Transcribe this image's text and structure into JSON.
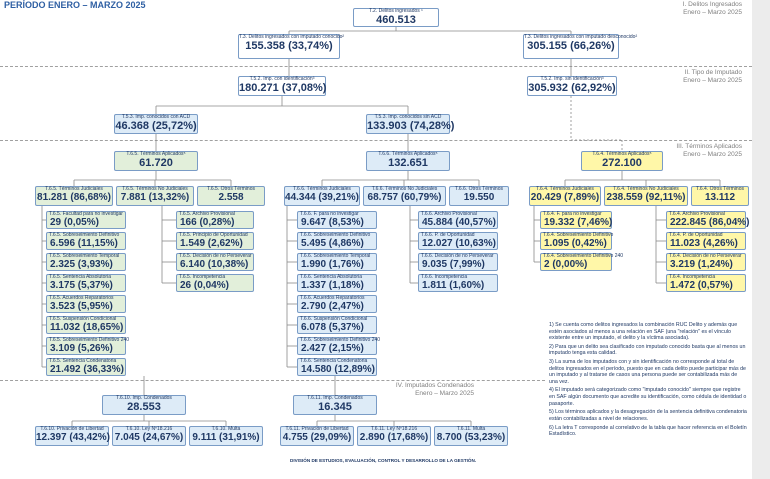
{
  "title": "PERÍODO ENERO – MARZO 2025",
  "sections": [
    "I. Delitos Ingresados",
    "Enero – Marzo 2025",
    "II. Tipo de Imputado",
    "Enero – Marzo 2025",
    "III. Términos Aplicados",
    "Enero – Marzo 2025",
    "IV. Imputados Condenados",
    "Enero – Marzo 2025"
  ],
  "boxes": [
    {
      "l": "T.2. Delitos ingresados ¹",
      "v": "460.513"
    },
    {
      "l": "T.3. Delitos ingresados con imputado conocido²",
      "v": "155.358 (33,74%)"
    },
    {
      "l": "T.3. Delitos ingresados con imputado desconocido²",
      "v": "305.155 (66,26%)"
    },
    {
      "l": "T.5.2. Imp. con identificación³",
      "v": "180.271 (37,08%)"
    },
    {
      "l": "T.5.2. Imp. sin identificación³",
      "v": "305.932 (62,92%)"
    },
    {
      "l": "T.5.3. Imp. conocidos con ACD",
      "v": "46.368 (25,72%)"
    },
    {
      "l": "T.5.3. Imp. conocidos sin ACD",
      "v": "133.903 (74,28%)"
    },
    {
      "l": "T.6.5. Términos Aplicados⁵",
      "v": "61.720"
    },
    {
      "l": "T.6.6. Términos Aplicados⁵",
      "v": "132.651"
    },
    {
      "l": "T.6.4. Términos Aplicados⁵",
      "v": "272.100"
    },
    {
      "l": "T.6.5. Términos Judiciales",
      "v": "81.281 (86,68%)"
    },
    {
      "l": "T.6.5. Términos No Judiciales",
      "v": "7.881 (13,32%)"
    },
    {
      "l": "T.6.5. Otros Términos",
      "v": "2.558"
    },
    {
      "l": "T.6.6. Términos Judiciales",
      "v": "44.344 (39,21%)"
    },
    {
      "l": "T.6.6. Términos No Judiciales",
      "v": "68.757 (60,79%)"
    },
    {
      "l": "T.6.6. Otros Términos",
      "v": "19.550"
    },
    {
      "l": "T.6.4. Términos Judiciales",
      "v": "20.429 (7,89%)"
    },
    {
      "l": "T.6.4. Términos No Judiciales",
      "v": "238.559 (92,11%)"
    },
    {
      "l": "T.6.4. Otros Términos",
      "v": "13.112"
    },
    {
      "l": "T.6.5. Facultad para no investigar",
      "v": "29 (0,05%)"
    },
    {
      "l": "T.6.5. Sobreseimiento Definitivo",
      "v": "6.596 (11,15%)"
    },
    {
      "l": "T.6.5. Sobreseimiento Temporal",
      "v": "2.325 (3,93%)"
    },
    {
      "l": "T.6.5. Sentencia Absolutoria",
      "v": "3.175 (5,37%)"
    },
    {
      "l": "T.6.5. Acuerdos Reparatorios",
      "v": "3.523 (5,95%)"
    },
    {
      "l": "T.6.5. Suspensión Condicional",
      "v": "11.032 (18,65%)"
    },
    {
      "l": "T.6.5. Sobreseimiento Definitivo 240",
      "v": "3.109 (5,26%)"
    },
    {
      "l": "T.6.5. Sentencia Condenatoria",
      "v": "21.492 (36,33%)"
    },
    {
      "l": "T.6.5. Archivo Provisional",
      "v": "166 (0,28%)"
    },
    {
      "l": "T.6.5. Principio de Oportunidad",
      "v": "1.549 (2,62%)"
    },
    {
      "l": "T.6.5. Decisión de no Perseverar",
      "v": "6.140 (10,38%)"
    },
    {
      "l": "T.6.5. Incompetencia",
      "v": "26 (0,04%)"
    },
    {
      "l": "T.6.6. F. para no investigar",
      "v": "9.647 (8,53%)"
    },
    {
      "l": "T.6.6. Sobreseimiento Definitivo",
      "v": "5.495 (4,86%)"
    },
    {
      "l": "T.6.6. Sobreseimiento Temporal",
      "v": "1.990 (1,76%)"
    },
    {
      "l": "T.6.6. Sentencia Absolutoria",
      "v": "1.337 (1,18%)"
    },
    {
      "l": "T.6.6. Acuerdos Reparatorios",
      "v": "2.790 (2,47%)"
    },
    {
      "l": "T.6.6. Suspensión Condicional",
      "v": "6.078 (5,37%)"
    },
    {
      "l": "T.6.6. Sobreseimiento Definitivo 240",
      "v": "2.427 (2,15%)"
    },
    {
      "l": "T.6.6. Sentencia Condenatoria",
      "v": "14.580 (12,89%)"
    },
    {
      "l": "T.6.6. Archivo Provisional",
      "v": "45.884 (40,57%)"
    },
    {
      "l": "T.6.6. P. de Oportunidad",
      "v": "12.027 (10,63%)"
    },
    {
      "l": "T.6.6. Decisión de no Perseverar",
      "v": "9.035 (7,99%)"
    },
    {
      "l": "T.6.6. Incompetencia",
      "v": "1.811 (1,60%)"
    },
    {
      "l": "T.6.4. F. para no investigar",
      "v": "19.332 (7,46%)"
    },
    {
      "l": "T.6.4. Sobreseimiento Definitivo",
      "v": "1.095 (0,42%)"
    },
    {
      "l": "T.6.4. Sobreseimiento Definitivo 240",
      "v": "2 (0,00%)"
    },
    {
      "l": "T.6.4. Archivo Provisional",
      "v": "222.845 (86,04%)"
    },
    {
      "l": "T.6.4. P. de Oportunidad",
      "v": "11.023 (4,26%)"
    },
    {
      "l": "T.6.4. Decisión de no Perseverar",
      "v": "3.219 (1,24%)"
    },
    {
      "l": "T.6.4. Incompetencia",
      "v": "1.472 (0,57%)"
    },
    {
      "l": "T.6.10. Imp. Condenados",
      "v": "28.553"
    },
    {
      "l": "T.6.11. Imp. Condenados",
      "v": "16.345"
    },
    {
      "l": "T.6.10. Privación de Libertad",
      "v": "12.397 (43,42%)"
    },
    {
      "l": "T.6.10. Ley Nº18.216",
      "v": "7.045 (24,67%)"
    },
    {
      "l": "T.6.10. Multa",
      "v": "9.111 (31,91%)"
    },
    {
      "l": "T.6.11. Privación de Libertad",
      "v": "4.755 (29,09%)"
    },
    {
      "l": "T.6.11. Ley Nº18.216",
      "v": "2.890 (17,68%)"
    },
    {
      "l": "T.6.11. Multa",
      "v": "8.700 (53,23%)"
    }
  ],
  "notes": [
    "1) Se cuenta como delitos ingresados la combinación RUC Delito y además que estén asociados al menos a una relación en SAF (una \"relación\" es el vínculo existente entre un imputado, el delito y la víctima asociada).",
    "2) Para que un delito sea clasificado con imputado conocido basta que al menos un imputado tenga esta calidad.",
    "3) La suma de los imputados con y sin identificación no corresponde al total de delitos ingresados en el período, puesto que en cada delito puede participar más de un imputado y al tratarse de casos una persona puede ser contabilizada más de una vez.",
    "4) El imputado será categorizado como \"imputado conocido\" siempre que registre en SAF algún documento que acredite su identificación, como cédula de identidad o pasaporte.",
    "5) Los términos aplicados y la desagregación de la sentencia definitiva condenatoria están contabilizadas a nivel de relaciones.",
    "6) La letra T corresponde al correlativo de la tabla que hacer referencia en el Boletín Estadístico."
  ],
  "footer": "DIVISIÓN DE ESTUDIOS, EVALUACIÓN, CONTROL Y DESARROLLO DE LA GESTIÓN."
}
